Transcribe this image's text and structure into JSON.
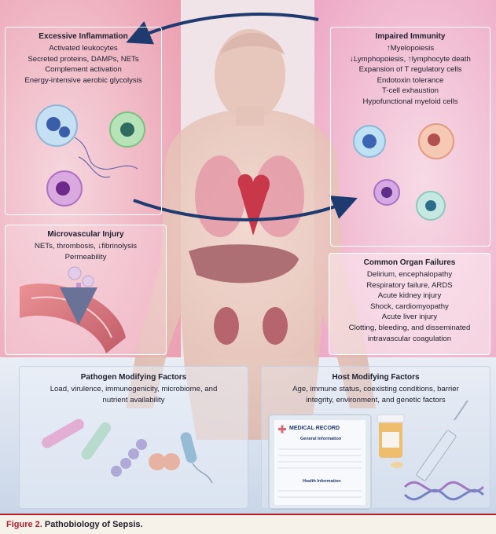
{
  "panels": {
    "excessive_inflammation": {
      "title": "Excessive Inflammation",
      "lines": [
        "Activated leukocytes",
        "Secreted proteins, DAMPs, NETs",
        "Complement activation",
        "Energy-intensive aerobic glycolysis"
      ]
    },
    "impaired_immunity": {
      "title": "Impaired Immunity",
      "lines": [
        "↑Myelopoiesis",
        "↓Lymphopoiesis, ↑lymphocyte death",
        "Expansion of T regulatory cells",
        "Endotoxin tolerance",
        "T-cell exhaustion",
        "Hypofunctional myeloid cells"
      ]
    },
    "microvascular_injury": {
      "title": "Microvascular Injury",
      "lines": [
        "NETs, thrombosis, ↓fibrinolysis",
        "Permeability"
      ]
    },
    "organ_failures": {
      "title": "Common Organ Failures",
      "lines": [
        "Delirium, encephalopathy",
        "Respiratory failure, ARDS",
        "Acute kidney injury",
        "Shock, cardiomyopathy",
        "Acute liver injury",
        "Clotting, bleeding, and disseminated",
        "intravascular coagulation"
      ]
    },
    "pathogen_factors": {
      "title": "Pathogen Modifying Factors",
      "lines": [
        "Load, virulence, immunogenicity, microbiome, and",
        "nutrient availability"
      ]
    },
    "host_factors": {
      "title": "Host Modifying Factors",
      "lines": [
        "Age, immune status, coexisting conditions, barrier",
        "integrity, environment, and genetic factors"
      ]
    }
  },
  "medical_record": {
    "heading": "MEDICAL RECORD",
    "general": "General Information",
    "health": "Health Information"
  },
  "caption": {
    "figure_label": "Figure 2.",
    "title": "Pathobiology of Sepsis."
  },
  "colors": {
    "inflammation_bg": "#f2b8c4",
    "immunity_bg": "#f4c0d4",
    "factors_bg": "#dfe7f2",
    "arrow": "#1e3a6e",
    "caption_accent": "#b21f2e"
  },
  "icons": [
    "activated-leukocyte-icon",
    "myeloid-cell-icon",
    "blood-vessel-icon",
    "bacteria-icon",
    "pill-bottle-icon",
    "syringe-icon",
    "dna-icon",
    "medical-record-icon"
  ]
}
